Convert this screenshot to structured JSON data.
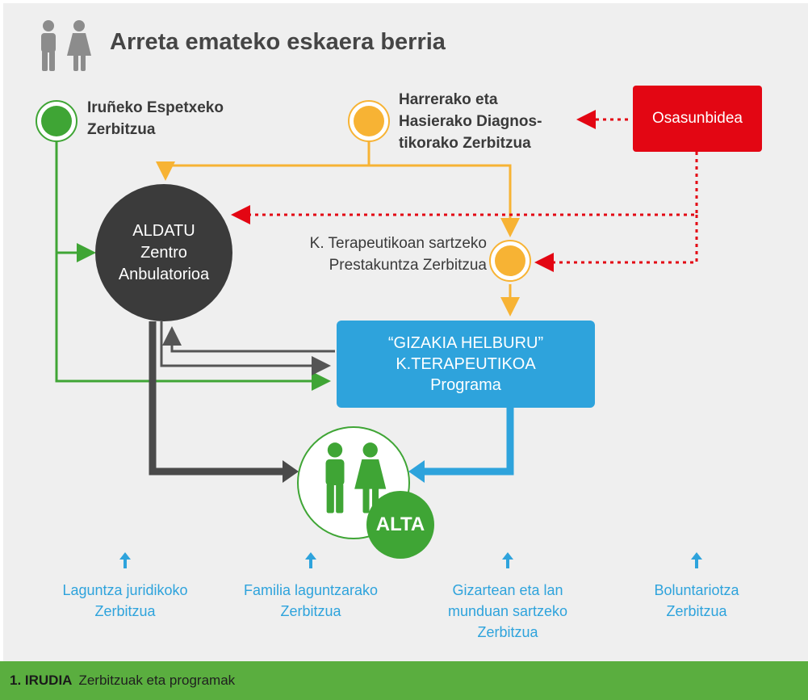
{
  "title": "Arreta emateko eskaera berria",
  "nodes": {
    "iruneko": [
      "Iruñeko Espetxeko",
      "Zerbitzua"
    ],
    "harrera": [
      "Harrerako eta",
      "Hasierako Diagnos-",
      "tikorako Zerbitzua"
    ],
    "osasunbidea": "Osasunbidea",
    "aldatu": [
      "ALDATU",
      "Zentro",
      "Anbulatorioa"
    ],
    "prestakuntza": [
      "K. Terapeutikoan sartzeko",
      "Prestakuntza Zerbitzua"
    ],
    "gizakia": [
      "“GIZAKIA HELBURU”",
      "K.TERAPEUTIKOA",
      "Programa"
    ],
    "alta": "ALTA"
  },
  "services": [
    [
      "Laguntza juridikoko",
      "Zerbitzua"
    ],
    [
      "Familia laguntzarako",
      "Zerbitzua"
    ],
    [
      "Gizartean eta lan",
      "munduan sartzeko",
      "Zerbitzua"
    ],
    [
      "Boluntariotza",
      "Zerbitzua"
    ]
  ],
  "footer": {
    "tag": "1. IRUDIA",
    "caption": "Zerbitzuak eta programak"
  },
  "colors": {
    "green": "#3fa535",
    "orange": "#f7b334",
    "red": "#e30613",
    "blue": "#2ea3dc",
    "dark": "#3b3b3b"
  },
  "icons": [
    "people-icon",
    "arrow-up-icon"
  ]
}
